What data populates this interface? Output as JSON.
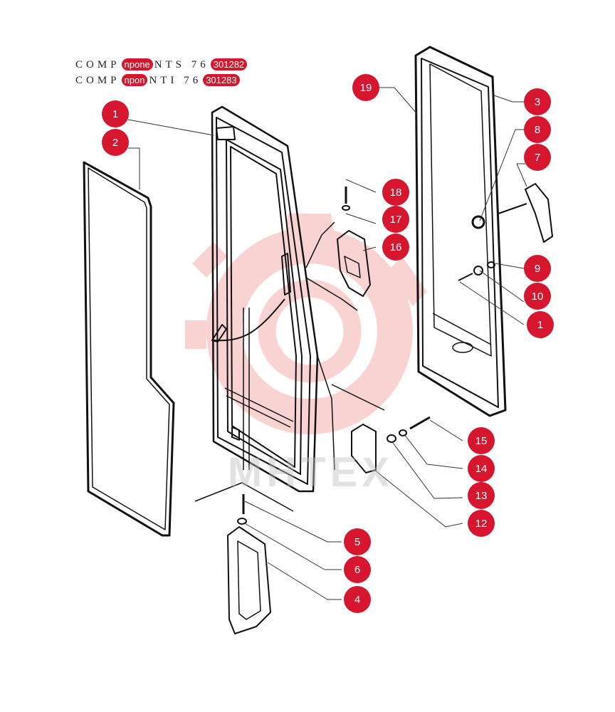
{
  "header": {
    "line1_pre": "COMP",
    "line1_badge1": "npone",
    "line1_mid": "NTS  76",
    "line1_badge2": "301282",
    "line1_post": "",
    "line2_pre": "COMP",
    "line2_badge1": "npon",
    "line2_mid": "NTI  76",
    "line2_badge2": "301283",
    "line2_post": ""
  },
  "watermark": {
    "text": "MHTEX"
  },
  "colors": {
    "callout": "#d6152e",
    "line": "#111111",
    "watermark": "#f4b7b7"
  },
  "callouts": [
    {
      "id": "c1",
      "label": "1"
    },
    {
      "id": "c2",
      "label": "2"
    },
    {
      "id": "c19",
      "label": "19"
    },
    {
      "id": "c3",
      "label": "3"
    },
    {
      "id": "c8",
      "label": "8"
    },
    {
      "id": "c7",
      "label": "7"
    },
    {
      "id": "c18",
      "label": "18"
    },
    {
      "id": "c17",
      "label": "17"
    },
    {
      "id": "c16",
      "label": "16"
    },
    {
      "id": "c9",
      "label": "9"
    },
    {
      "id": "c10",
      "label": "10"
    },
    {
      "id": "c11",
      "label": "1"
    },
    {
      "id": "c15",
      "label": "15"
    },
    {
      "id": "c14",
      "label": "14"
    },
    {
      "id": "c13",
      "label": "13"
    },
    {
      "id": "c12",
      "label": "12"
    },
    {
      "id": "c5",
      "label": "5"
    },
    {
      "id": "c6",
      "label": "6"
    },
    {
      "id": "c4",
      "label": "4"
    }
  ]
}
